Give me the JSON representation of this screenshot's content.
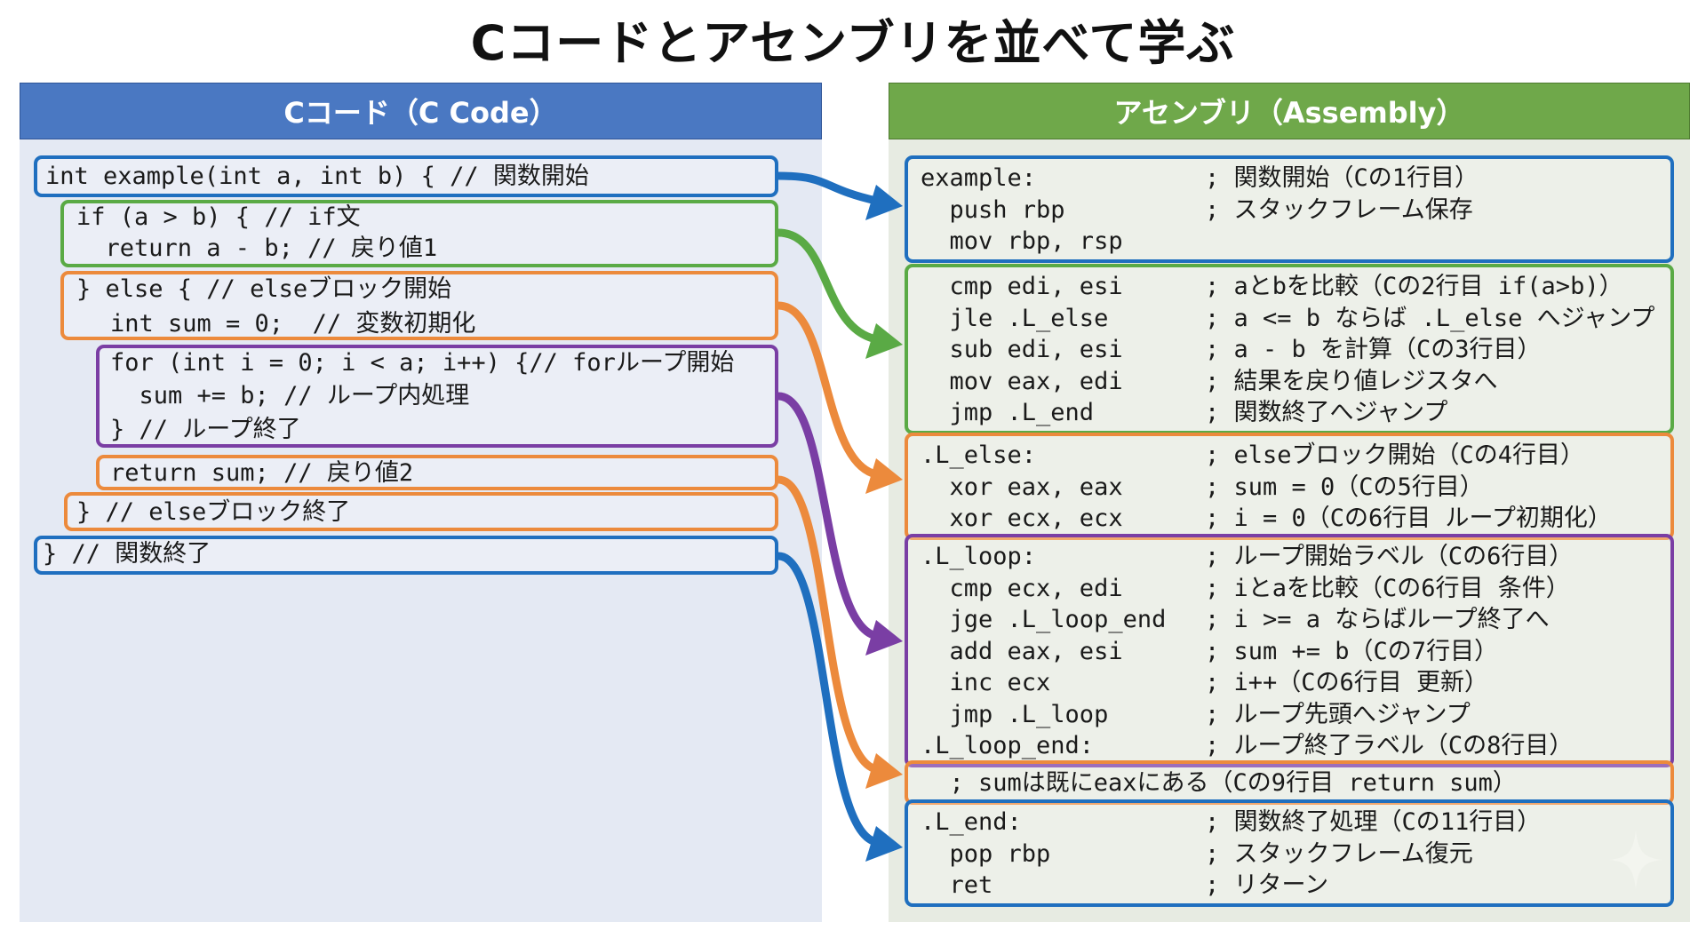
{
  "title": "Cコードとアセンブリを並べて学ぶ",
  "colors": {
    "blue": "#1f6fbf",
    "green": "#5aaa45",
    "orange": "#ec8a3c",
    "purple": "#7a3ea4",
    "c_header": "#4a78c2",
    "asm_header": "#6fa84a"
  },
  "c_panel": {
    "header": "Cコード（C Code）",
    "lines": [
      "int example(int a, int b) { // 関数開始",
      "if (a > b) { // if文",
      "  return a - b; // 戻り値1",
      "} else { // elseブロック開始",
      "int sum = 0;  // 変数初期化",
      "for (int i = 0; i < a; i++) {// forループ開始",
      "  sum += b; // ループ内処理",
      "} // ループ終了",
      "return sum; // 戻り値2",
      "} // elseブロック終了",
      "} // 関数終了"
    ]
  },
  "asm_panel": {
    "header": "アセンブリ（Assembly）",
    "blocks": [
      {
        "color": "blue",
        "rows": [
          {
            "instr": "example:",
            "comment": "; 関数開始（Cの1行目）"
          },
          {
            "instr": "  push rbp",
            "comment": "; スタックフレーム保存"
          },
          {
            "instr": "  mov rbp, rsp",
            "comment": ""
          }
        ]
      },
      {
        "color": "green",
        "rows": [
          {
            "instr": "  cmp edi, esi",
            "comment": "; aとbを比較（Cの2行目 if(a>b)）"
          },
          {
            "instr": "  jle .L_else",
            "comment": "; a <= b ならば .L_else へジャンプ"
          },
          {
            "instr": "  sub edi, esi",
            "comment": "; a - b を計算（Cの3行目）"
          },
          {
            "instr": "  mov eax, edi",
            "comment": "; 結果を戻り値レジスタへ"
          },
          {
            "instr": "  jmp .L_end",
            "comment": "; 関数終了へジャンプ"
          }
        ]
      },
      {
        "color": "orange",
        "rows": [
          {
            "instr": ".L_else:",
            "comment": "; elseブロック開始（Cの4行目）"
          },
          {
            "instr": "  xor eax, eax",
            "comment": "; sum = 0（Cの5行目）"
          },
          {
            "instr": "  xor ecx, ecx",
            "comment": "; i = 0（Cの6行目 ループ初期化）"
          }
        ]
      },
      {
        "color": "purple",
        "rows": [
          {
            "instr": ".L_loop:",
            "comment": "; ループ開始ラベル（Cの6行目）"
          },
          {
            "instr": "  cmp ecx, edi",
            "comment": "; iとaを比較（Cの6行目 条件）"
          },
          {
            "instr": "  jge .L_loop_end",
            "comment": "; i >= a ならばループ終了へ"
          },
          {
            "instr": "  add eax, esi",
            "comment": "; sum += b（Cの7行目）"
          },
          {
            "instr": "  inc ecx",
            "comment": "; i++（Cの6行目 更新）"
          },
          {
            "instr": "  jmp .L_loop",
            "comment": "; ループ先頭へジャンプ"
          },
          {
            "instr": ".L_loop_end:",
            "comment": "; ループ終了ラベル（Cの8行目）"
          }
        ]
      },
      {
        "color": "orange",
        "rows": [
          {
            "instr": "  ; sumは既にeaxにある（Cの9行目 return sum）",
            "comment": ""
          }
        ]
      },
      {
        "color": "blue",
        "rows": [
          {
            "instr": ".L_end:",
            "comment": "; 関数終了処理（Cの11行目）"
          },
          {
            "instr": "  pop rbp",
            "comment": "; スタックフレーム復元"
          },
          {
            "instr": "  ret",
            "comment": "; リターン"
          }
        ]
      }
    ]
  },
  "connections": [
    {
      "from_c_block": "function-start",
      "to_asm_block": 0,
      "color": "blue"
    },
    {
      "from_c_block": "if-block",
      "to_asm_block": 1,
      "color": "green"
    },
    {
      "from_c_block": "else-start",
      "to_asm_block": 2,
      "color": "orange"
    },
    {
      "from_c_block": "for-loop",
      "to_asm_block": 3,
      "color": "purple"
    },
    {
      "from_c_block": "return-sum",
      "to_asm_block": 4,
      "color": "orange"
    },
    {
      "from_c_block": "function-end",
      "to_asm_block": 5,
      "color": "blue"
    }
  ],
  "watermark_icon": "sparkle-icon"
}
